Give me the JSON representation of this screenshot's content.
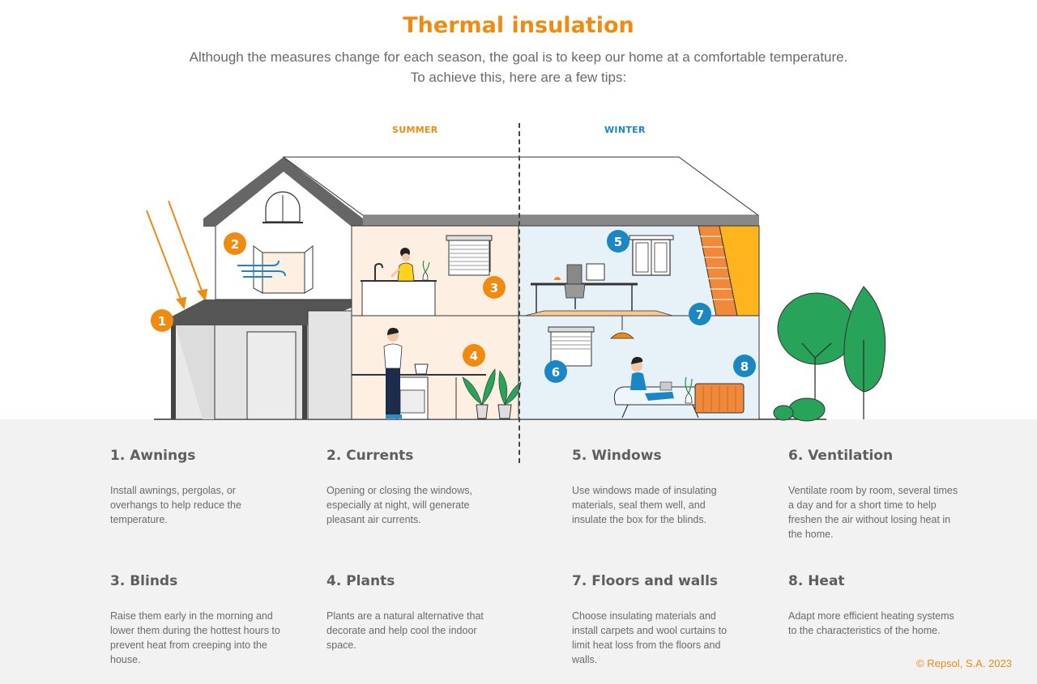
{
  "header": {
    "title": "Thermal insulation",
    "subtitle_line1": "Although the measures change for each season, the goal is to keep our home at a comfortable temperature.",
    "subtitle_line2": "To achieve this, here are a few tips:"
  },
  "seasons": {
    "summer": "SUMMER",
    "winter": "WINTER"
  },
  "markers": [
    "1",
    "2",
    "3",
    "4",
    "5",
    "6",
    "7",
    "8"
  ],
  "colors": {
    "summer": "#f08a10",
    "winter": "#1a86c4",
    "wall_warm": "#fdf0e2",
    "wall_cool": "#e6f1f8"
  },
  "tips": [
    {
      "title": "1. Awnings",
      "text": "Install awnings, pergolas, or overhangs to help reduce the temperature."
    },
    {
      "title": "2. Currents",
      "text": "Opening or closing the windows, especially at night, will generate pleasant air currents."
    },
    {
      "title": "5. Windows",
      "text": "Use windows made of insulating materials, seal them well, and insulate the box for the blinds."
    },
    {
      "title": "6. Ventilation",
      "text": "Ventilate room by room, several times a day and for a short time to help freshen the air without losing heat in the home."
    },
    {
      "title": "3. Blinds",
      "text": "Raise them early in the morning and lower them during the hottest hours to prevent heat from creeping into the house."
    },
    {
      "title": "4. Plants",
      "text": "Plants are a natural alternative that decorate and help cool the indoor space."
    },
    {
      "title": "7. Floors and walls",
      "text": "Choose insulating materials and install carpets and wool curtains to limit heat loss from the floors and walls."
    },
    {
      "title": "8. Heat",
      "text": "Adapt more efficient heating systems to the characteristics of the home."
    }
  ],
  "footer": {
    "copyright": "© Repsol, S.A. 2023"
  }
}
